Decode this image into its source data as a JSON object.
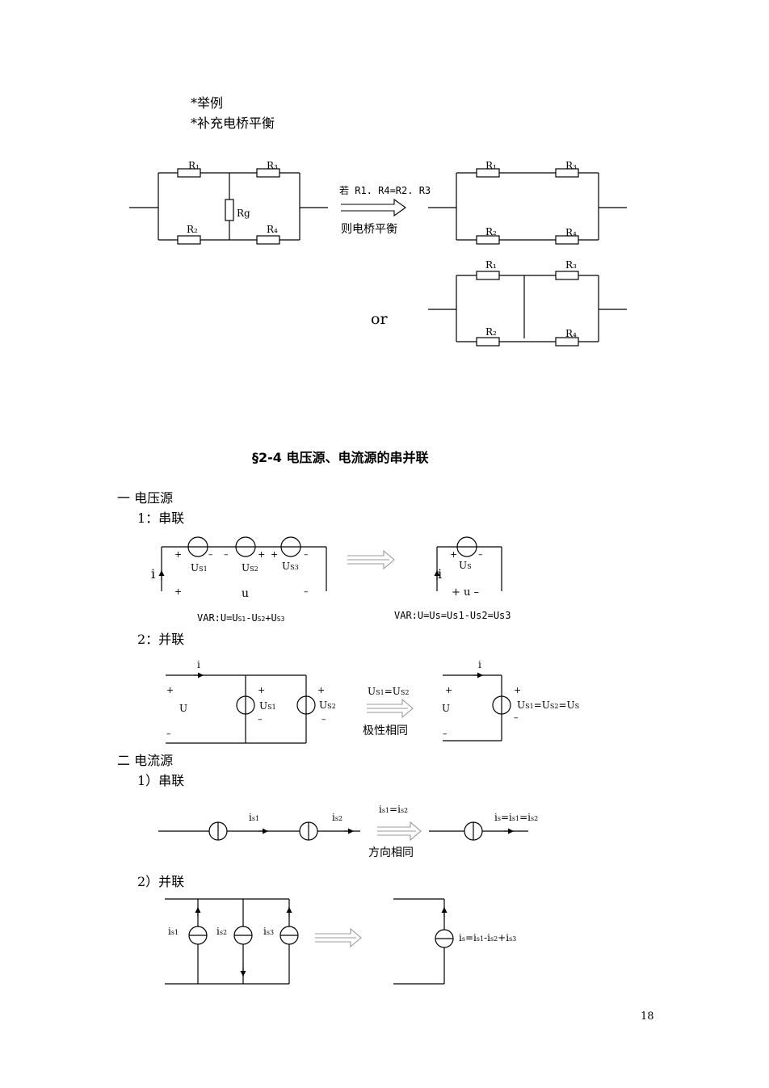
{
  "notes": {
    "example": "*举例",
    "bridge": "*补充电桥平衡"
  },
  "bridge": {
    "r1": "R₁",
    "r2": "R₂",
    "r3": "R₃",
    "r4": "R₄",
    "rg": "Rg",
    "condition": "若 R1. R4=R2. R3",
    "result": "则电桥平衡",
    "or_label": "or"
  },
  "section": {
    "title": "§2-4  电压源、电流源的串并联"
  },
  "voltage": {
    "heading": "一  电压源",
    "series": {
      "label": "1：串联",
      "us1": "U",
      "us1_sub": "S1",
      "us2": "U",
      "us2_sub": "S2",
      "us3": "U",
      "us3_sub": "S3",
      "us": "U",
      "us_sub": "S",
      "i": "i",
      "u": "u",
      "u_eq": "+ u –",
      "var_left": "VAR:U=U",
      "var_left_sub1": "S1",
      "var_left_mid1": "-U",
      "var_left_sub2": "S2",
      "var_left_mid2": "+U",
      "var_left_sub3": "S3",
      "var_right": "VAR:U=Us=Us1-Us2=Us3"
    },
    "parallel": {
      "label": "2：并联",
      "i": "i",
      "U": "U",
      "us1": "U",
      "us1_sub": "S1",
      "us2": "U",
      "us2_sub": "S2",
      "cond": "U",
      "cond_sub1": "S1",
      "cond_mid": "=U",
      "cond_sub2": "S2",
      "polarity": "极性相同",
      "eq": "U",
      "eq_sub1": "S1",
      "eq_mid1": "=U",
      "eq_sub2": "S2",
      "eq_mid2": "=U",
      "eq_sub3": "S"
    }
  },
  "current": {
    "heading": "二  电流源",
    "series": {
      "label": "1）串联",
      "is1": "i",
      "is1_sub": "s1",
      "is2": "i",
      "is2_sub": "s2",
      "cond": "i",
      "cond_sub1": "s1",
      "cond_mid": "=i",
      "cond_sub2": "s2",
      "direction": "方向相同",
      "eq": "i",
      "eq_sub1": "s",
      "eq_mid1": "=i",
      "eq_sub2": "s1",
      "eq_mid2": "=i",
      "eq_sub3": "s2"
    },
    "parallel": {
      "label": "2）并联",
      "is1": "i",
      "is1_sub": "s1",
      "is2": "i",
      "is2_sub": "s2",
      "is3": "i",
      "is3_sub": "s3",
      "eq": "i",
      "eq_sub1": "s",
      "eq_mid1": "=i",
      "eq_sub2": "s1",
      "eq_mid2": "-i",
      "eq_sub3": "s2",
      "eq_mid3": "+i",
      "eq_sub4": "s3"
    }
  },
  "page_number": "18"
}
